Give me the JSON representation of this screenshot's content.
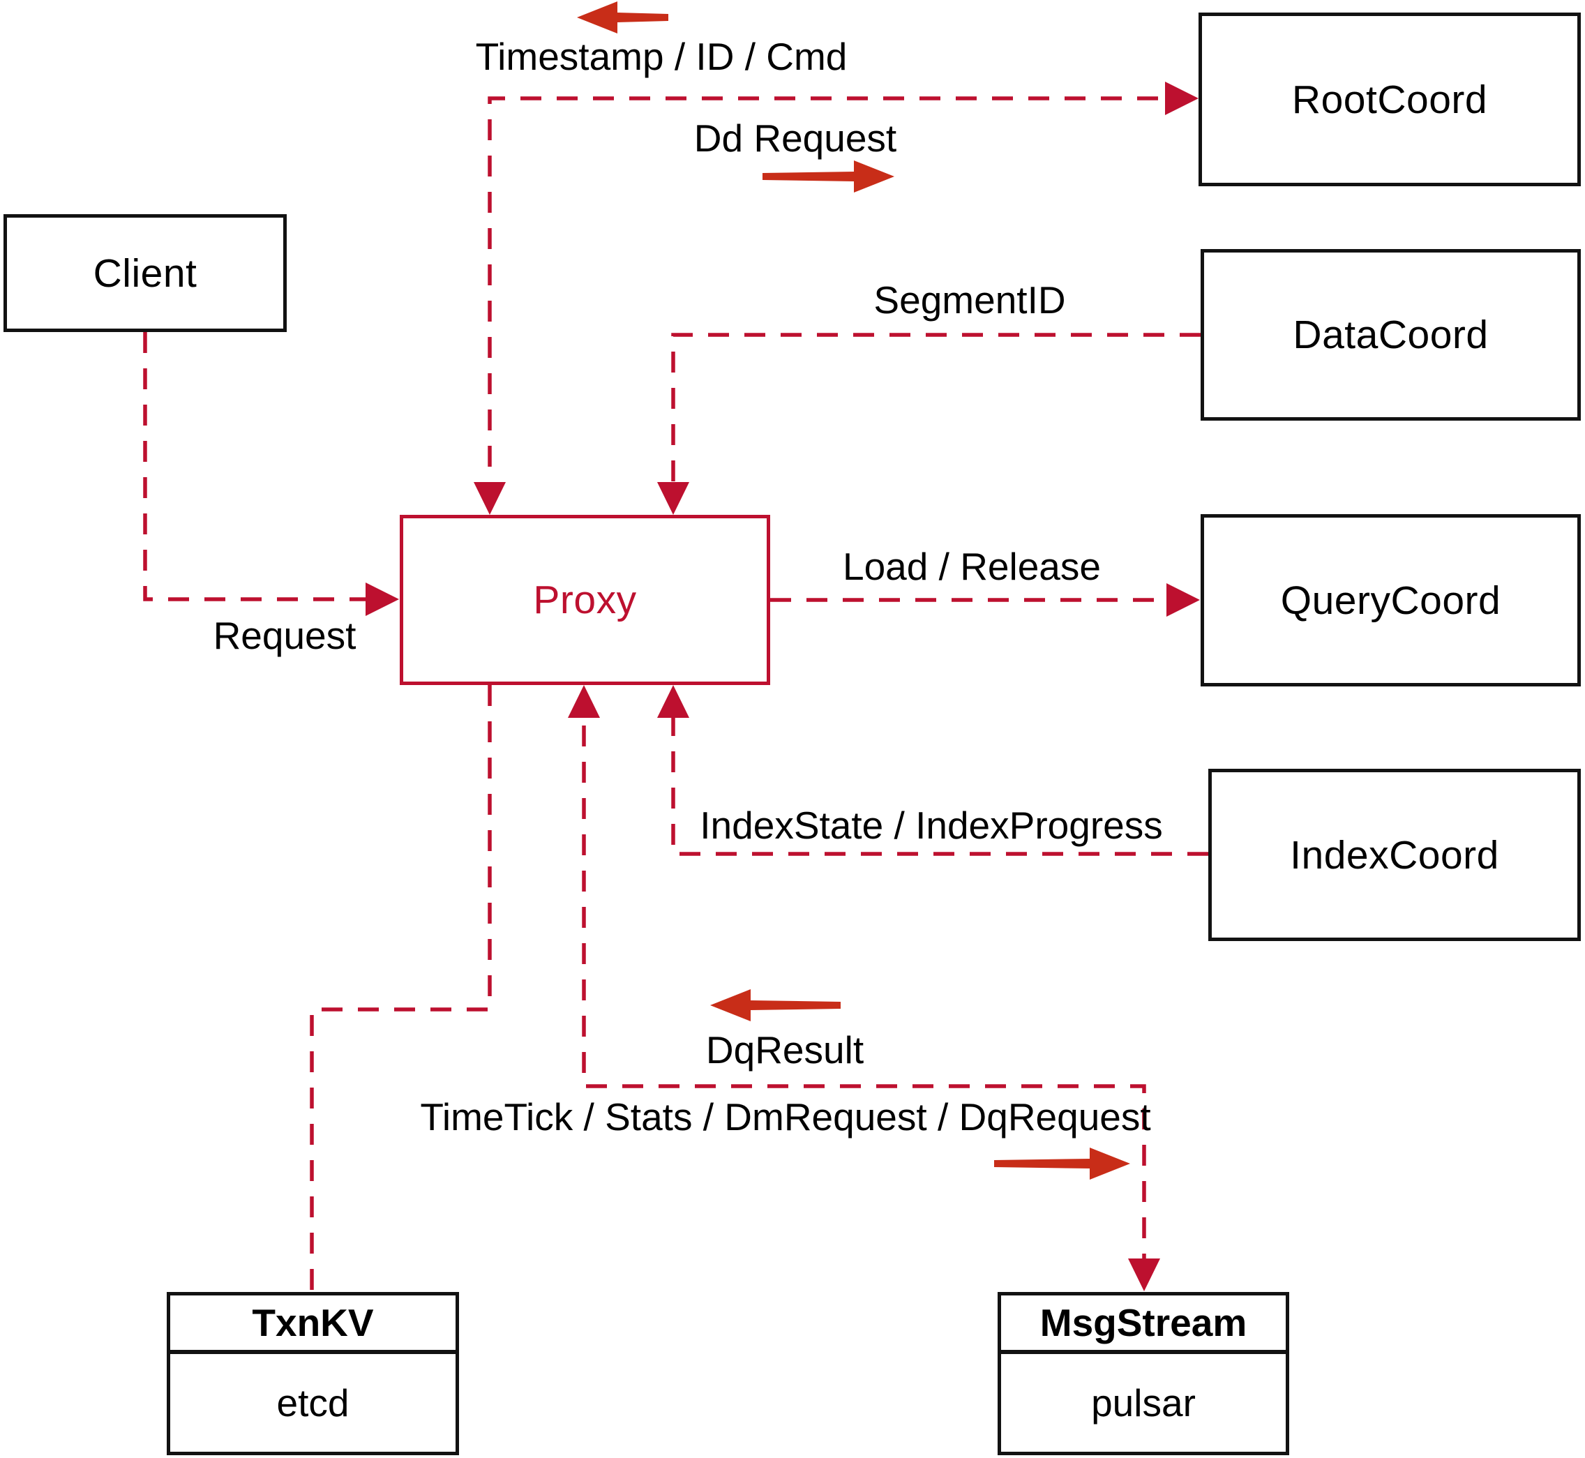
{
  "nodes": {
    "client": {
      "label": "Client"
    },
    "proxy": {
      "label": "Proxy"
    },
    "root_coord": {
      "label": "RootCoord"
    },
    "data_coord": {
      "label": "DataCoord"
    },
    "query_coord": {
      "label": "QueryCoord"
    },
    "index_coord": {
      "label": "IndexCoord"
    },
    "txn_kv": {
      "title": "TxnKV",
      "impl": "etcd"
    },
    "msg_stream": {
      "title": "MsgStream",
      "impl": "pulsar"
    }
  },
  "edge_labels": {
    "timestamp_id_cmd": "Timestamp / ID / Cmd",
    "dd_request": "Dd Request",
    "segment_id": "SegmentID",
    "request": "Request",
    "load_release": "Load / Release",
    "index_state": "IndexState / IndexProgress",
    "dq_result": "DqResult",
    "time_tick": "TimeTick / Stats / DmRequest / DqRequest"
  },
  "colors": {
    "connector": "#bd102f",
    "solid_arrow": "#c82d18",
    "box_border": "#121212",
    "proxy_accent": "#bd102f",
    "text": "#000000",
    "background": "#ffffff"
  }
}
